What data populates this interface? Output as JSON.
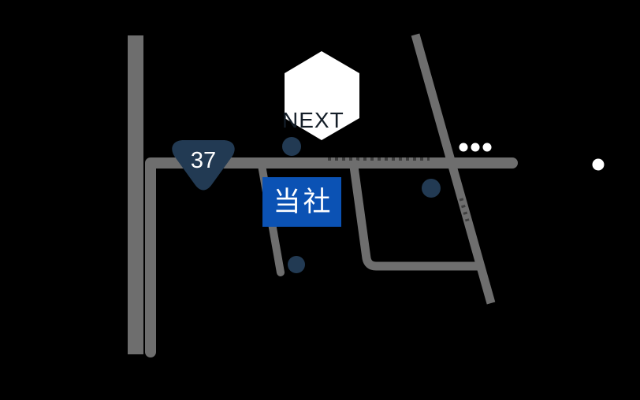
{
  "map": {
    "landmark_hexagon": {
      "label": "NEXT"
    },
    "route_badge": {
      "number": "37"
    },
    "company_box": {
      "label": "当社"
    },
    "colors": {
      "background": "#000000",
      "road_gray": "#6e6e6e",
      "railway_tick": "#3f3f3f",
      "navy": "#223a53",
      "company_blue": "#0b52b4",
      "white": "#ffffff",
      "next_text": "#141e28"
    }
  }
}
